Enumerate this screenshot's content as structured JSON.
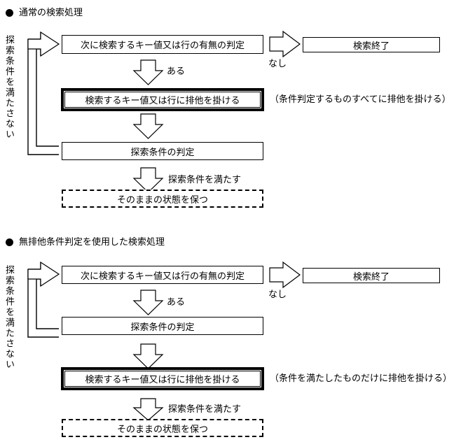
{
  "page": {
    "background": "#ffffff",
    "ink_color": "#000000"
  },
  "sections": [
    {
      "id": "normal-search",
      "bullet": "filled-circle-bullet",
      "heading": "通常の検索処理",
      "loop_label": "探索条件を満たさない",
      "boxes": [
        {
          "id": "box-next-key-check",
          "label": "次に検索するキー値又は行の有無の判定",
          "style": "plain"
        },
        {
          "id": "box-exclusive-lock",
          "label": "検索するキー値又は行に排他を掛ける",
          "style": "bold"
        },
        {
          "id": "box-condition-judge",
          "label": "探索条件の判定",
          "style": "plain"
        },
        {
          "id": "box-keep-state",
          "label": "そのままの状態を保つ",
          "style": "dashed"
        },
        {
          "id": "box-search-end",
          "label": "検索終了",
          "style": "plain"
        }
      ],
      "arrow_labels": {
        "right_arrow": "なし",
        "first_down": "ある",
        "second_down": "",
        "third_down": "探索条件を満たす"
      },
      "note": "（条件判定するものすべてに排他を掛ける）"
    },
    {
      "id": "no-exclusive-condition-search",
      "bullet": "filled-circle-bullet",
      "heading": "無排他条件判定を使用した検索処理",
      "loop_label": "探索条件を満たさない",
      "boxes": [
        {
          "id": "box2-next-key-check",
          "label": "次に検索するキー値又は行の有無の判定",
          "style": "plain"
        },
        {
          "id": "box2-condition-judge",
          "label": "探索条件の判定",
          "style": "plain"
        },
        {
          "id": "box2-exclusive-lock",
          "label": "検索するキー値又は行に排他を掛ける",
          "style": "bold"
        },
        {
          "id": "box2-keep-state",
          "label": "そのままの状態を保つ",
          "style": "dashed"
        },
        {
          "id": "box2-search-end",
          "label": "検索終了",
          "style": "plain"
        }
      ],
      "arrow_labels": {
        "right_arrow": "なし",
        "first_down": "ある",
        "second_down": "",
        "third_down": "探索条件を満たす"
      },
      "note": "（条件を満たしたものだけに排他を掛ける）"
    }
  ]
}
